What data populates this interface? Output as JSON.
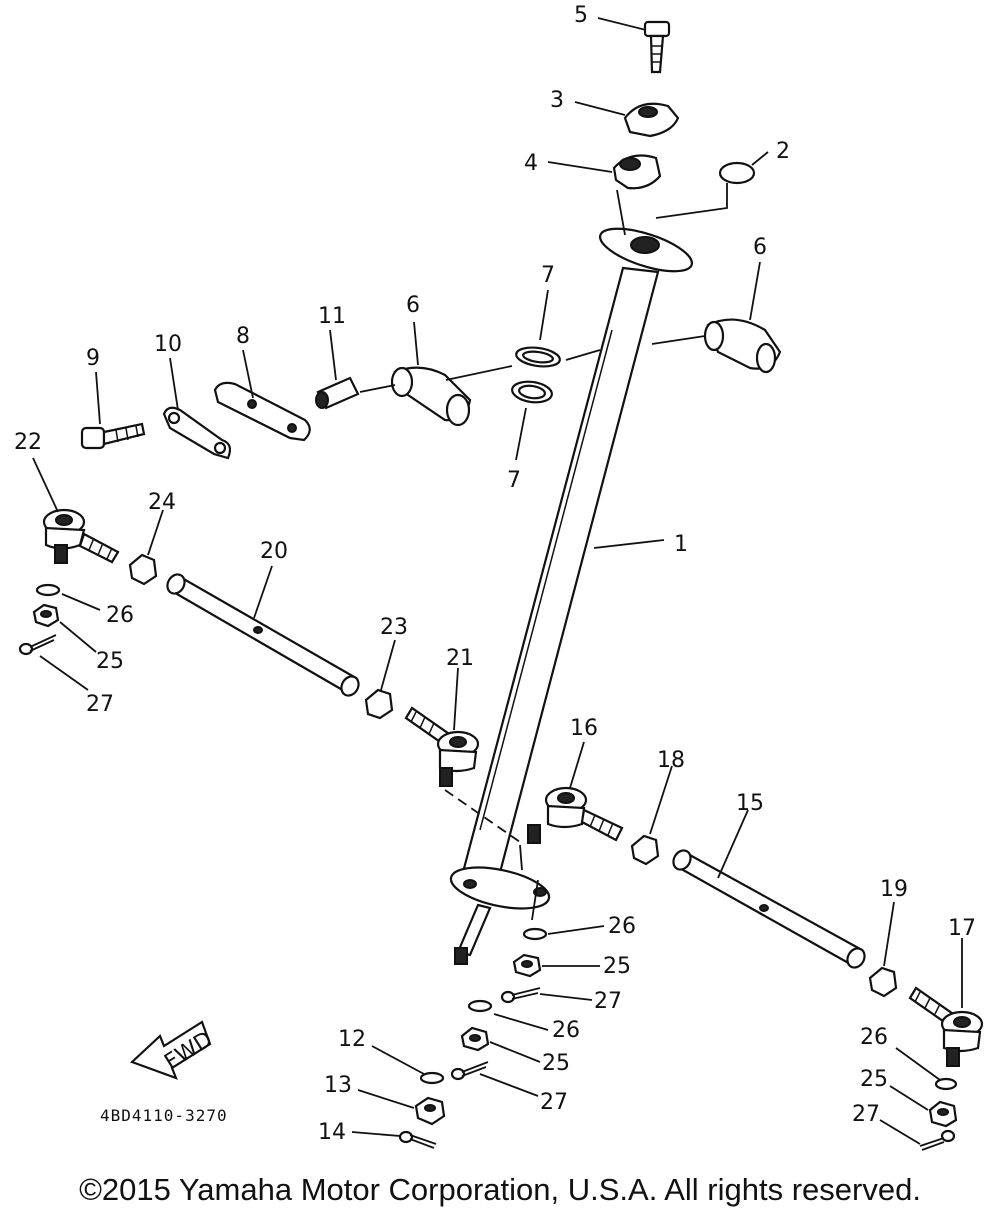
{
  "diagram": {
    "callouts": [
      "1",
      "2",
      "3",
      "4",
      "5",
      "6",
      "6",
      "7",
      "7",
      "8",
      "9",
      "10",
      "11",
      "12",
      "13",
      "14",
      "15",
      "16",
      "17",
      "18",
      "19",
      "20",
      "21",
      "22",
      "23",
      "24",
      "25",
      "25",
      "25",
      "25",
      "26",
      "26",
      "26",
      "26",
      "27",
      "27",
      "27",
      "27"
    ],
    "fwd_label": "FWD",
    "drawing_code": "4BD4110-3270"
  },
  "footer": {
    "copyright": "©2015 Yamaha Motor Corporation, U.S.A. All rights reserved."
  }
}
